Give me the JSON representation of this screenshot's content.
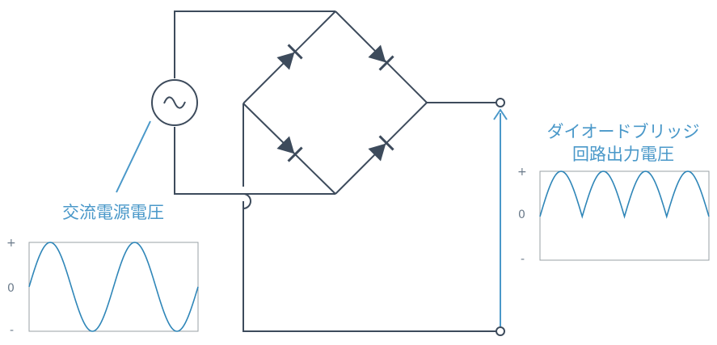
{
  "labels": {
    "ac_source_voltage": "交流電源電圧",
    "bridge_output_line1": "ダイオードブリッジ",
    "bridge_output_line2": "回路出力電圧"
  },
  "ac_graph": {
    "plus": "+",
    "zero": "0",
    "minus": "-",
    "waveform": "sine"
  },
  "output_graph": {
    "plus": "+",
    "zero": "0",
    "minus": "-",
    "waveform": "full-wave rectified"
  },
  "colors": {
    "wire": "#3d4b5c",
    "label": "#4a98c9",
    "wave": "#2f86b8",
    "frame": "#9aa0a6"
  }
}
